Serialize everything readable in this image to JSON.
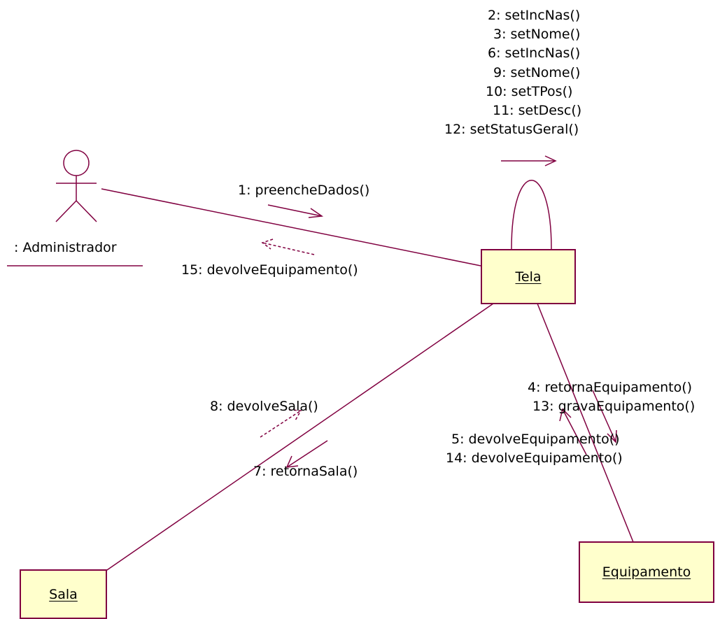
{
  "colors": {
    "line": "#800040",
    "object_fill": "#ffffcc",
    "text": "#000000"
  },
  "actor": {
    "name": ": Administrador"
  },
  "objects": {
    "tela": "Tela",
    "sala": "Sala",
    "equipamento": "Equipamento"
  },
  "messages": {
    "self_loop": [
      "2: setIncNas()",
      "3: setNome()",
      "6: setIncNas()",
      "9: setNome()",
      "10: setTPos()",
      "11: setDesc()",
      "12: setStatusGeral()"
    ],
    "preenche": "1: preencheDados()",
    "devolve_equip_actor": "15: devolveEquipamento()",
    "devolve_sala": "8: devolveSala()",
    "retorna_sala": "7: retornaSala()",
    "to_equip": [
      "4: retornaEquipamento()",
      "13: gravaEquipamento()"
    ],
    "from_equip": [
      "5: devolveEquipamento()",
      "14: devolveEquipamento()"
    ]
  }
}
